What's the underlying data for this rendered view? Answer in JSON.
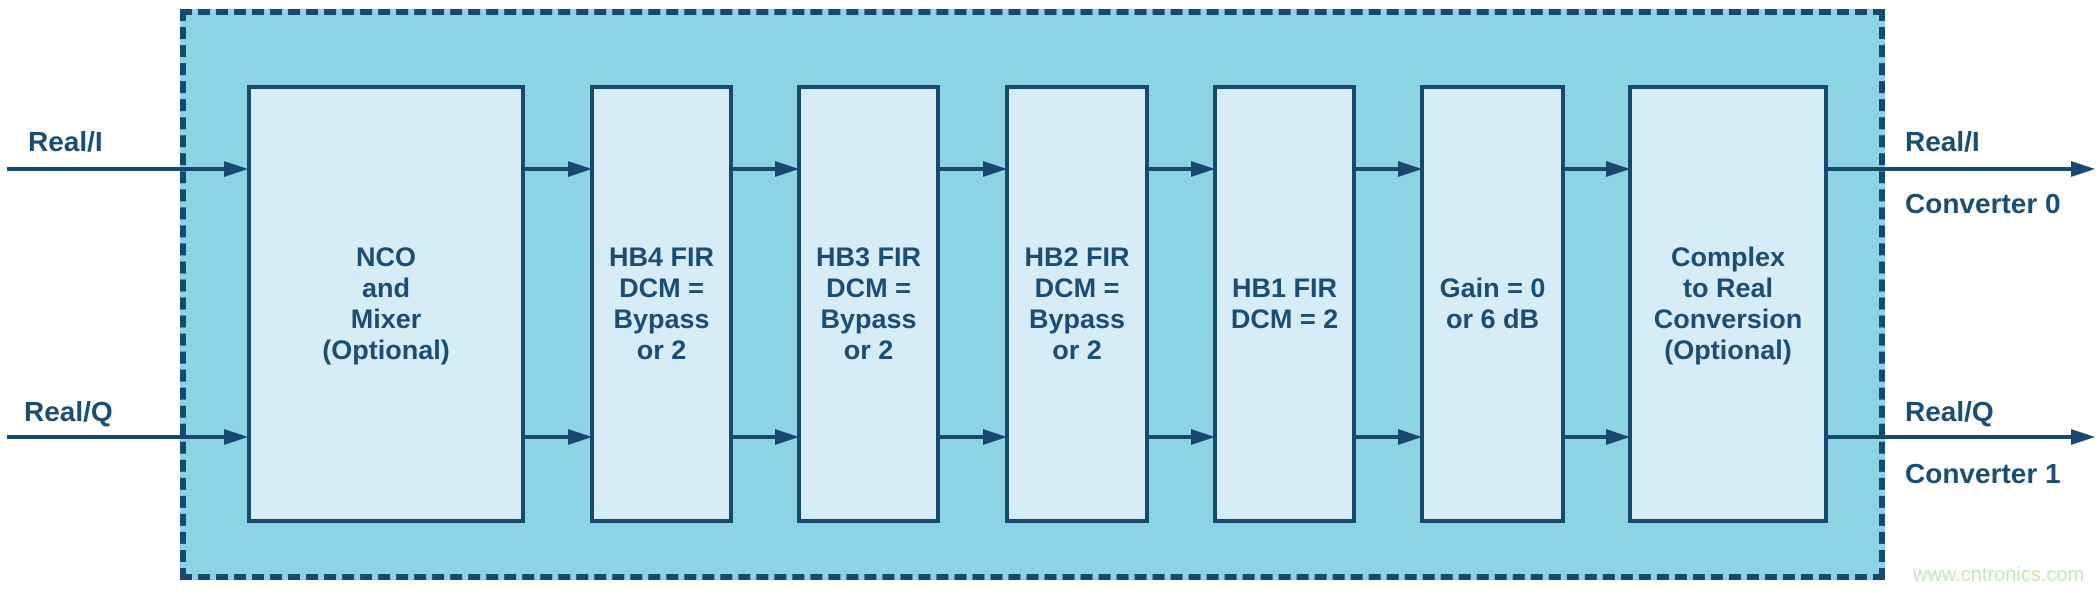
{
  "diagram": {
    "inputs": [
      {
        "label": "Real/I"
      },
      {
        "label": "Real/Q"
      }
    ],
    "blocks": [
      {
        "name": "nco-mixer",
        "label": "NCO\nand\nMixer\n(Optional)"
      },
      {
        "name": "hb4-fir",
        "label": "HB4 FIR\nDCM =\nBypass\nor 2"
      },
      {
        "name": "hb3-fir",
        "label": "HB3 FIR\nDCM =\nBypass\nor 2"
      },
      {
        "name": "hb2-fir",
        "label": "HB2 FIR\nDCM =\nBypass\nor 2"
      },
      {
        "name": "hb1-fir",
        "label": "HB1 FIR\nDCM = 2"
      },
      {
        "name": "gain",
        "label": "Gain = 0\nor 6 dB"
      },
      {
        "name": "complex-to-real",
        "label": "Complex\nto Real\nConversion\n(Optional)"
      }
    ],
    "outputs": [
      {
        "signal": "Real/I",
        "converter": "Converter 0"
      },
      {
        "signal": "Real/Q",
        "converter": "Converter 1"
      }
    ],
    "watermark": "www.cntronics.com",
    "colors": {
      "boundary_fill": "#8CD4E3",
      "block_fill": "#D6ECF6",
      "line": "#174970",
      "watermark": "#C8E6B9"
    }
  }
}
